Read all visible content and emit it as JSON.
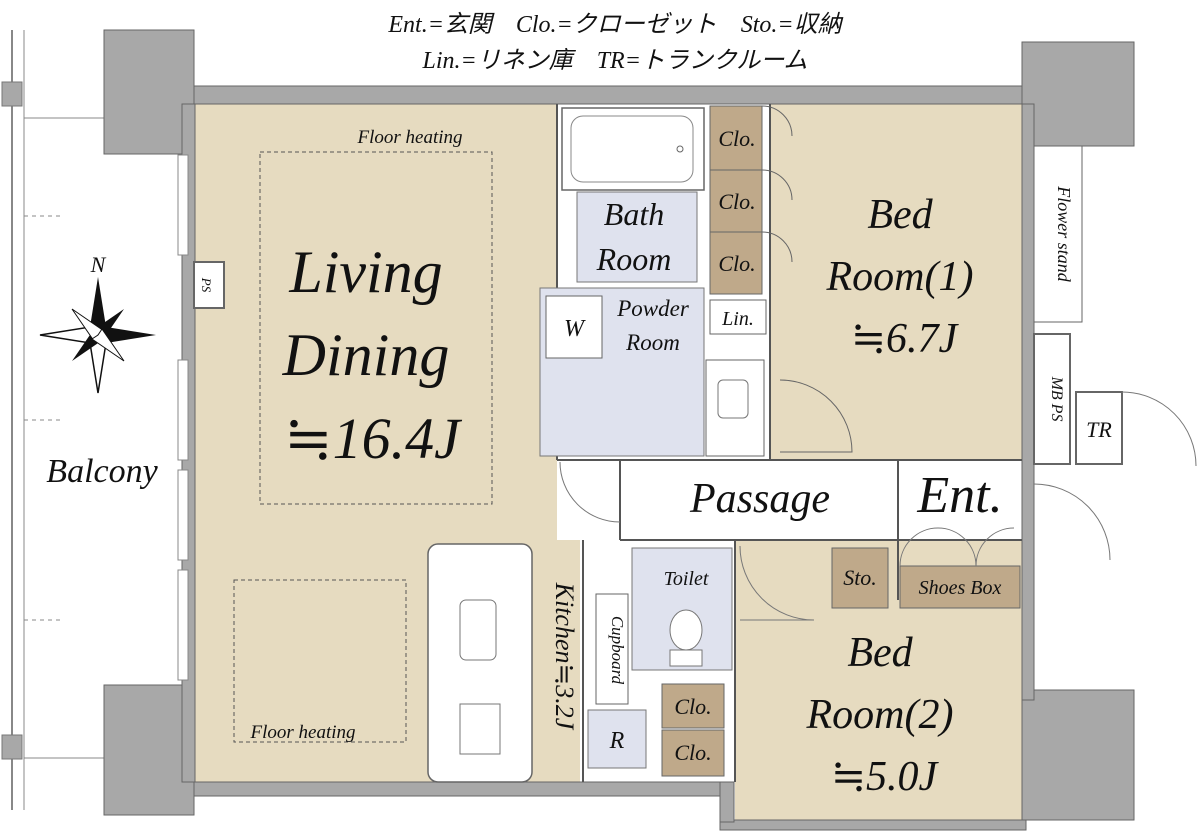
{
  "legend": {
    "line1": "Ent.=玄関　Clo.=クローゼット　Sto.=収納",
    "line2": "Lin.=リネン庫　TR=トランクルーム"
  },
  "compass": {
    "north": "N"
  },
  "rooms": {
    "living_line1": "Living",
    "living_line2": "Dining",
    "living_size": "≒16.4J",
    "floor_heating_1": "Floor heating",
    "floor_heating_2": "Floor heating",
    "balcony": "Balcony",
    "ps": "PS",
    "bath_line1": "Bath",
    "bath_line2": "Room",
    "powder_line1": "Powder",
    "powder_line2": "Room",
    "washer": "W",
    "lin": "Lin.",
    "clo_a": "Clo.",
    "clo_b": "Clo.",
    "clo_c": "Clo.",
    "bed1_line1": "Bed",
    "bed1_line2": "Room(1)",
    "bed1_size": "≒6.7J",
    "flower_stand": "Flower stand",
    "mbps": "MB PS",
    "tr": "TR",
    "passage": "Passage",
    "ent": "Ent.",
    "sto": "Sto.",
    "shoes_box": "Shoes Box",
    "toilet": "Toilet",
    "cupboard": "Cupboard",
    "kitchen": "Kitchen≒3.2J",
    "fridge": "R",
    "clo_d": "Clo.",
    "clo_e": "Clo.",
    "bed2_line1": "Bed",
    "bed2_line2": "Room(2)",
    "bed2_size": "≒5.0J"
  },
  "colors": {
    "floor_wood": "#e6dbc0",
    "floor_wet": "#dfe2ee",
    "storage": "#bfa98a",
    "wall": "#a8a8a8",
    "white_floor": "#ffffff"
  }
}
